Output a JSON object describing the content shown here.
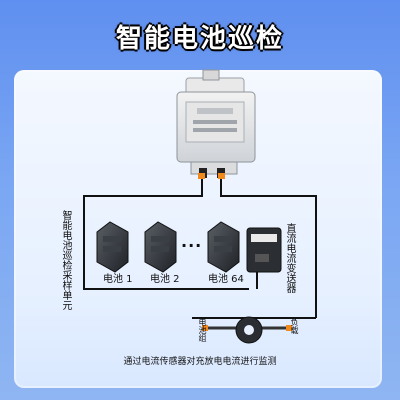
{
  "title": "智能电池巡检",
  "unit_label": "智能电池巡检采样单元",
  "batteries": [
    {
      "label": "电池 1"
    },
    {
      "label": "电池 2"
    },
    {
      "label": "电池 64"
    }
  ],
  "ellipsis": "···",
  "transmitter_label": "直流电流变送器",
  "sensor": {
    "left_label": "电池组",
    "right_label": "负载"
  },
  "caption": "通过电流传感器对充放电电流进行监测"
}
